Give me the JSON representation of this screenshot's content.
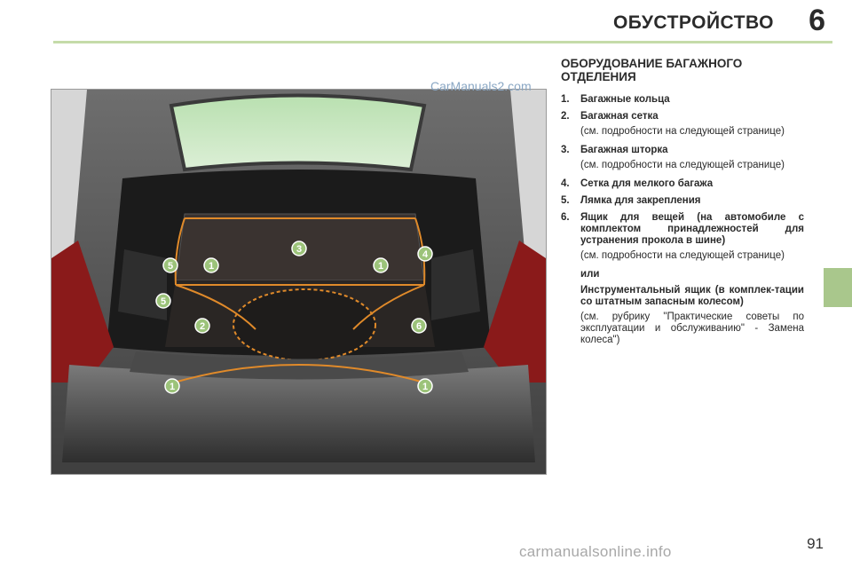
{
  "header": {
    "title": "ОБУСТРОЙСТВО",
    "chapter": "6"
  },
  "watermark_top": "CarManuals2.com",
  "watermark_bottom": "carmanualsonline.info",
  "page_number": "91",
  "section": {
    "title": "ОБОРУДОВАНИЕ БАГАЖНОГО ОТДЕЛЕНИЯ",
    "items": [
      {
        "num": "1.",
        "label": "Багажные кольца"
      },
      {
        "num": "2.",
        "label": "Багажная сетка",
        "note": "(см. подробности на следующей странице)"
      },
      {
        "num": "3.",
        "label": "Багажная шторка",
        "note": "(см. подробности на следующей странице)"
      },
      {
        "num": "4.",
        "label": "Сетка для мелкого багажа"
      },
      {
        "num": "5.",
        "label": "Лямка для закрепления"
      },
      {
        "num": "6.",
        "label": "Ящик для вещей (на автомобиле с комплектом принадлежностей для устранения прокола в шине)",
        "note": "(см. подробности на следующей странице)"
      }
    ],
    "or_label": "или",
    "alt_label": "Инструментальный ящик (в комплек-тации со штатным запасным колесом)",
    "alt_note": "(см. рубрику \"Практические советы по эксплуатации и обслуживанию\" - Замена колеса\")"
  },
  "figure": {
    "callouts": [
      "1",
      "1",
      "1",
      "1",
      "2",
      "3",
      "4",
      "5",
      "5",
      "6"
    ],
    "colors": {
      "callout_fill": "#9cc37a",
      "net_line": "#e08a2a",
      "header_rule": "#c5dba9",
      "side_tab": "#a9c78c"
    }
  }
}
